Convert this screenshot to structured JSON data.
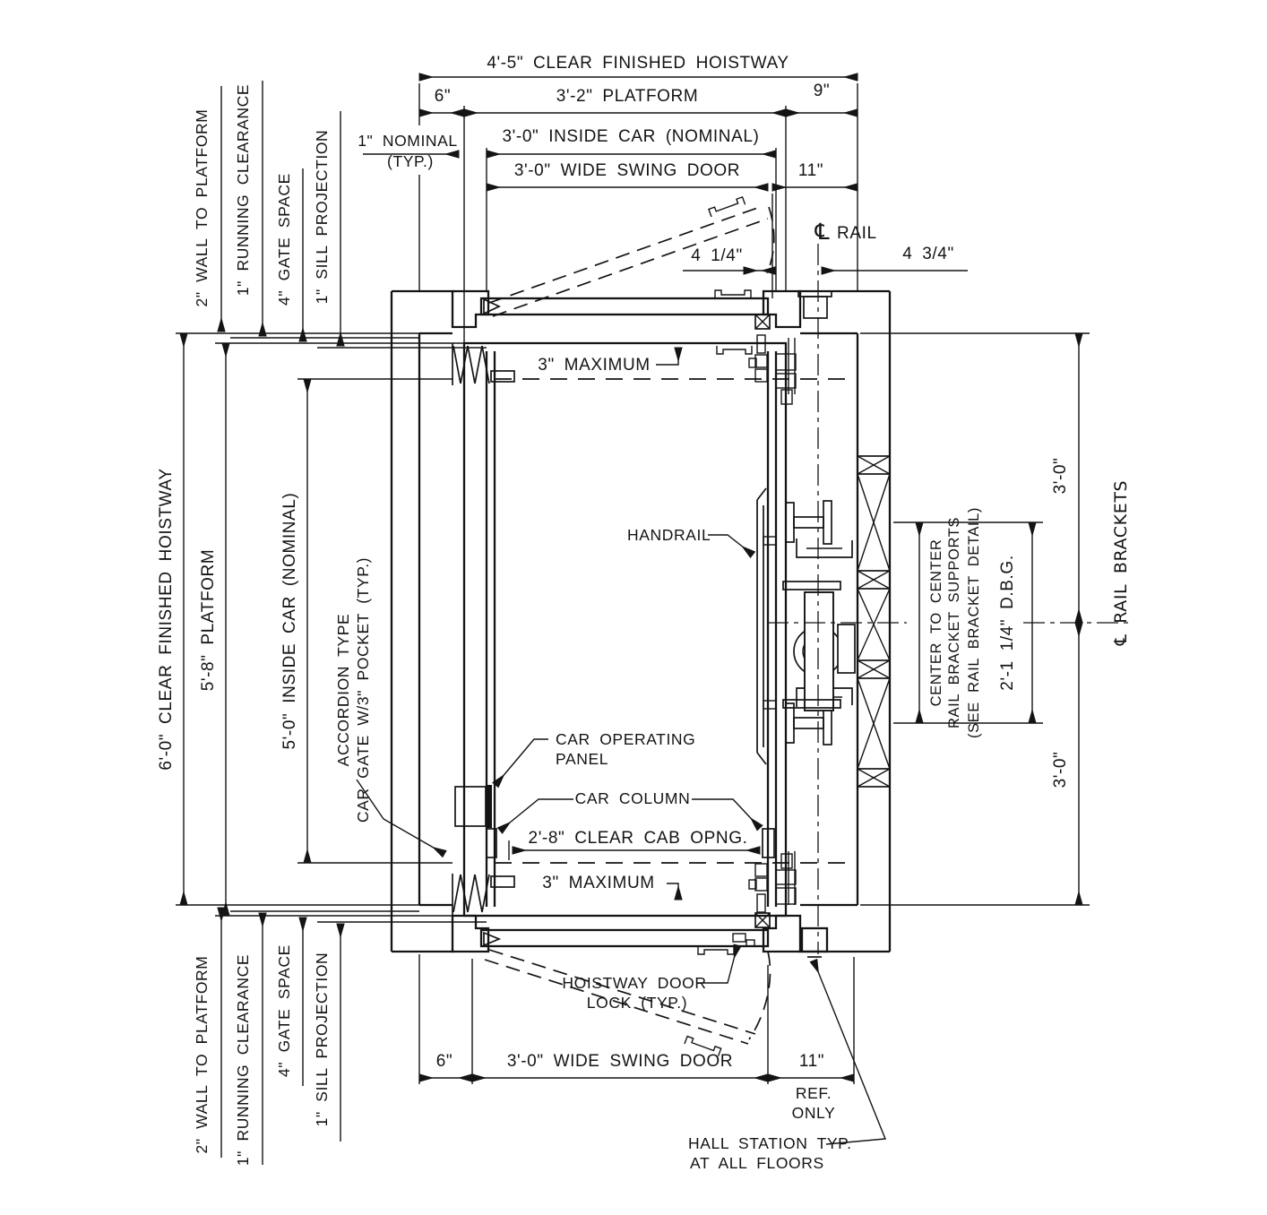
{
  "colors": {
    "ink": "#141414",
    "bg": "#ffffff"
  },
  "top": {
    "row1": "4'-5\" CLEAR FINISHED HOISTWAY",
    "d6": "6\"",
    "platform": "3'-2\" PLATFORM",
    "d9": "9\"",
    "inside_car": "3'-0\" INSIDE CAR (NOMINAL)",
    "swing_door": "3'-0\" WIDE SWING DOOR",
    "d11": "11\"",
    "nominal1": "1\" NOMINAL",
    "nominal2": "(TYP.)",
    "cl": "℄",
    "rail": "RAIL",
    "q414": "4 1/4\"",
    "q434": "4 3/4\""
  },
  "side": {
    "wall_to_platform": "2\" WALL TO PLATFORM",
    "running_clearance": "1\" RUNNING CLEARANCE",
    "gate_space": "4\" GATE SPACE",
    "sill_projection": "1\" SILL PROJECTION"
  },
  "left": {
    "hoistway": "6'-0\" CLEAR FINISHED HOISTWAY",
    "platform": "5'-8\" PLATFORM",
    "inside_car": "5'-0\" INSIDE CAR (NOMINAL)",
    "accordion1": "ACCORDION TYPE",
    "accordion2": "CAR GATE W/3\" POCKET (TYP.)"
  },
  "car": {
    "max_top": "3\" MAXIMUM",
    "max_bottom": "3\" MAXIMUM",
    "handrail": "HANDRAIL",
    "cop1": "CAR OPERATING",
    "cop2": "PANEL",
    "column": "CAR COLUMN",
    "cab_opening": "2'-8\" CLEAR CAB OPNG."
  },
  "right": {
    "ctc1": "CENTER TO CENTER",
    "ctc2": "RAIL BRACKET SUPPORTS",
    "ctc3": "(SEE RAIL BRACKET DETAIL)",
    "dbg": "2'-1 1/4\" D.B.G.",
    "d30a": "3'-0\"",
    "d30b": "3'-0\"",
    "cl_brackets": "℄ RAIL BRACKETS"
  },
  "bottom": {
    "lock1": "HOISTWAY DOOR",
    "lock2": "LOCK (TYP.)",
    "d6": "6\"",
    "swing_door": "3'-0\" WIDE SWING DOOR",
    "d11": "11\"",
    "ref1": "REF.",
    "ref2": "ONLY",
    "hall1": "HALL STATION TYP.",
    "hall2": "AT ALL FLOORS"
  }
}
